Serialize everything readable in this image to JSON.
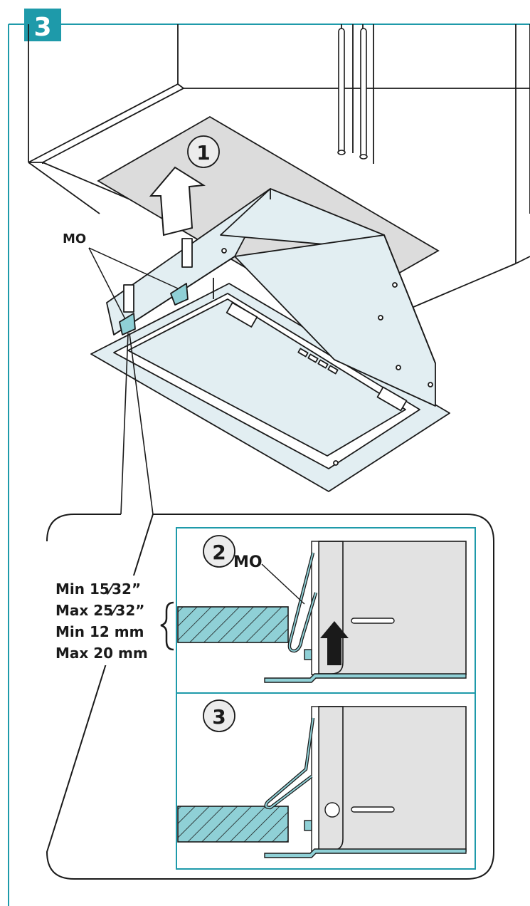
{
  "step": {
    "number": "3"
  },
  "overview": {
    "callout_1": "1",
    "clip_label": "MO"
  },
  "detail_top": {
    "callout_2": "2",
    "clip_label": "MO"
  },
  "detail_bottom": {
    "callout_3": "3"
  },
  "dimensions": {
    "line1": "Min 15⁄32”",
    "line2": "Max 25⁄32”",
    "line3": "Min 12 mm",
    "line4": "Max 20 mm"
  },
  "colors": {
    "accent": "#1e9aaa",
    "hood_fill": "#e2eef2",
    "cutout_fill": "#dcdcdc",
    "detail_fill": "#e2e2e2",
    "board_fill": "#8fd0d6",
    "line": "#1a1a1a"
  }
}
